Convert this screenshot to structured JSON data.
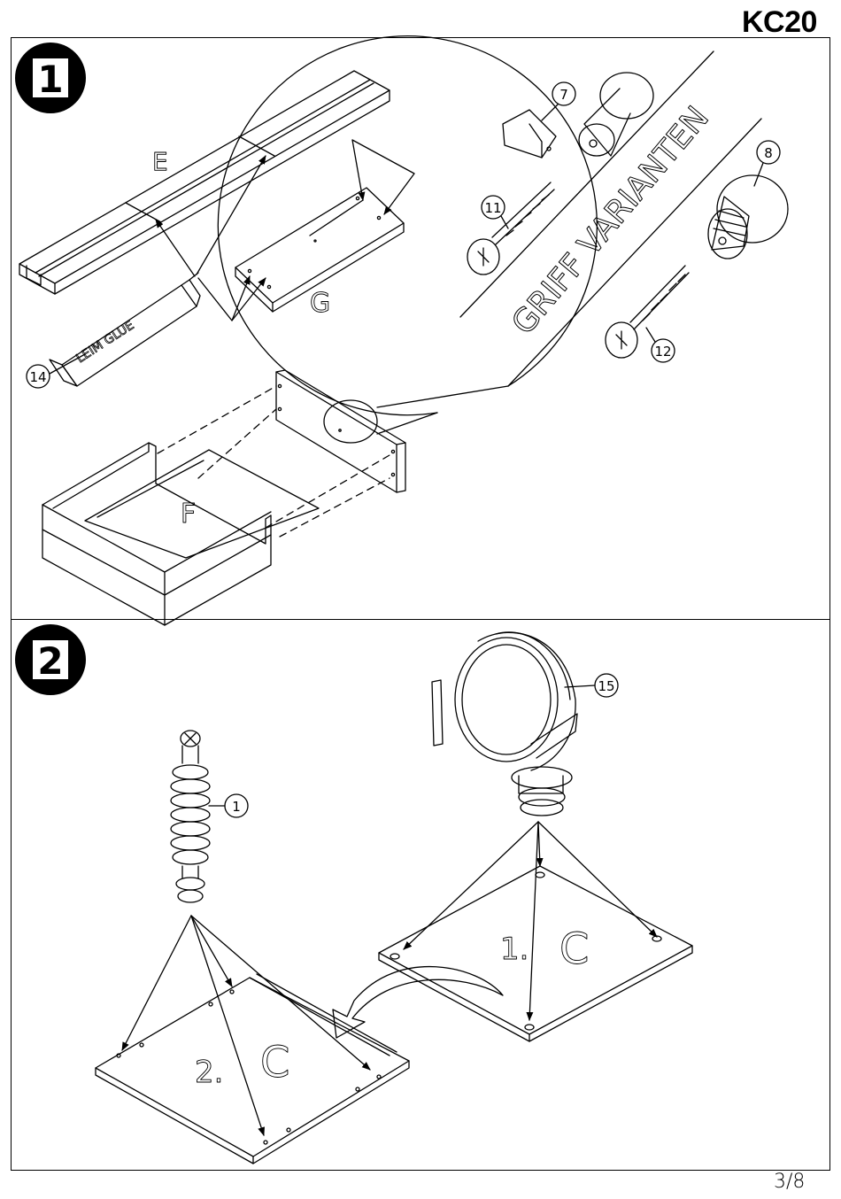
{
  "header": {
    "model_code": "KC20"
  },
  "steps": [
    {
      "number": "1",
      "part_labels": {
        "e": "E",
        "g": "G",
        "f": "F"
      },
      "glue_text": "LEIM GLUE",
      "callouts": {
        "glue": "14",
        "knob_a": "7",
        "knob_b": "8",
        "screw_a": "11",
        "screw_b": "12"
      },
      "detail_title": "GRIFF VARIANTEN"
    },
    {
      "number": "2",
      "callouts": {
        "dowel": "1",
        "caster": "15"
      },
      "panel_labels": {
        "first": "1.",
        "first_part": "C",
        "second": "2.",
        "second_part": "C"
      }
    }
  ],
  "footer": {
    "page": "3/8"
  }
}
